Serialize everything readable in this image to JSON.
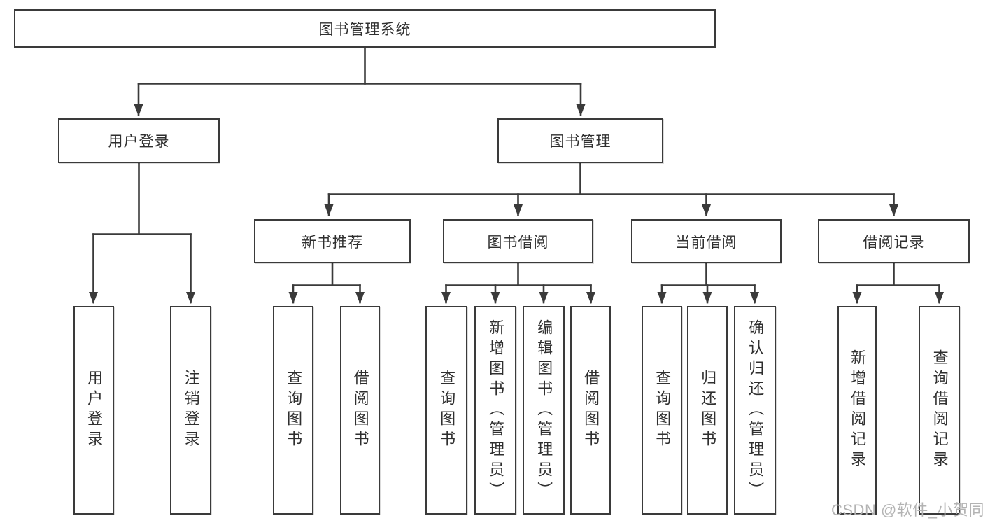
{
  "diagram": {
    "root": {
      "label": "图书管理系统"
    },
    "branches": [
      {
        "label": "用户登录",
        "children": [
          {
            "label": "用户登录"
          },
          {
            "label": "注销登录"
          }
        ]
      },
      {
        "label": "图书管理",
        "children": [
          {
            "label": "新书推荐",
            "children": [
              {
                "label": "查询图书"
              },
              {
                "label": "借阅图书"
              }
            ]
          },
          {
            "label": "图书借阅",
            "children": [
              {
                "label": "查询图书"
              },
              {
                "label": "新增图书（管理员）"
              },
              {
                "label": "编辑图书（管理员）"
              },
              {
                "label": "借阅图书"
              }
            ]
          },
          {
            "label": "当前借阅",
            "children": [
              {
                "label": "查询图书"
              },
              {
                "label": "归还图书"
              },
              {
                "label": "确认归还（管理员）"
              }
            ]
          },
          {
            "label": "借阅记录",
            "children": [
              {
                "label": "新增借阅记录"
              },
              {
                "label": "查询借阅记录"
              }
            ]
          }
        ]
      }
    ]
  },
  "watermark": {
    "text": "CSDN @软件_小贺同学"
  },
  "colors": {
    "line": "#3a3a3a",
    "text": "#2f2f2f",
    "watermark": "#b3b3b3",
    "background": "#ffffff"
  }
}
